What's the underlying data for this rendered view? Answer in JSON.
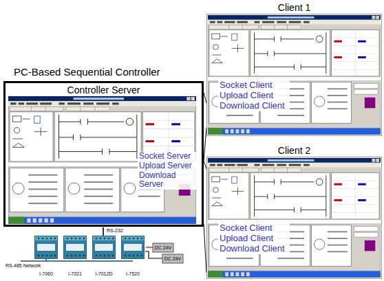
{
  "diagram": {
    "nodes": [
      {
        "text": [
          "PC-Based Sequential Controller",
          "Controller Server",
          "Socket Server Upload Server Download Server"
        ]
      },
      {
        "text": [
          "Client 1",
          "Socket Client Upload Client Download Client"
        ]
      },
      {
        "text": [
          "Client 2",
          "Socket Client Upload Client Download Client"
        ]
      }
    ],
    "edges": [
      {
        "from": 0,
        "to": 1,
        "arrow": "none"
      },
      {
        "from": 0,
        "to": 1,
        "arrow": "none"
      },
      {
        "from": 0,
        "to": 2,
        "arrow": "none"
      },
      {
        "from": 0,
        "to": 2,
        "arrow": "none"
      }
    ],
    "labels": [
      "RS-232",
      "RS-485 Network",
      "I-7060",
      "I-7021",
      "I-7012D",
      "I-7520",
      "DC 24V",
      "DC 24V"
    ]
  }
}
